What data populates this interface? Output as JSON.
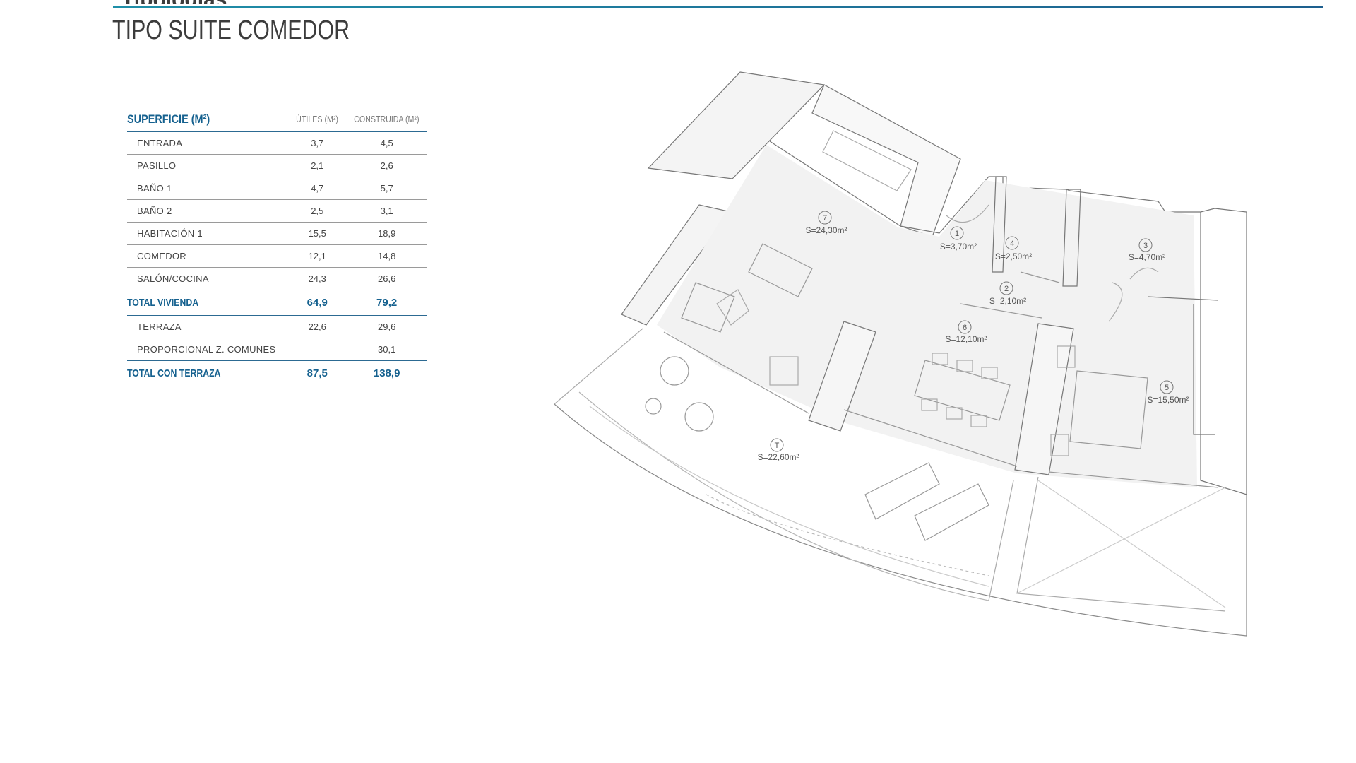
{
  "header": {
    "clipped_heading": "Tipologías",
    "title": "TIPO SUITE COMEDOR",
    "accent_color": "#1f8fa8",
    "accent_color_end": "#1d5f8e"
  },
  "table": {
    "heading": "SUPERFICIE (M²)",
    "col_utiles": "ÚTILES (M²)",
    "col_construida": "CONSTRUIDA (M²)",
    "rows": [
      {
        "label": "ENTRADA",
        "utiles": "3,7",
        "construida": "4,5"
      },
      {
        "label": "PASILLO",
        "utiles": "2,1",
        "construida": "2,6"
      },
      {
        "label": "BAÑO 1",
        "utiles": "4,7",
        "construida": "5,7"
      },
      {
        "label": "BAÑO 2",
        "utiles": "2,5",
        "construida": "3,1"
      },
      {
        "label": "HABITACIÓN 1",
        "utiles": "15,5",
        "construida": "18,9"
      },
      {
        "label": "COMEDOR",
        "utiles": "12,1",
        "construida": "14,8"
      },
      {
        "label": "SALÓN/COCINA",
        "utiles": "24,3",
        "construida": "26,6"
      }
    ],
    "total_vivienda": {
      "label": "TOTAL VIVIENDA",
      "utiles": "64,9",
      "construida": "79,2"
    },
    "extra_rows": [
      {
        "label": "TERRAZA",
        "utiles": "22,6",
        "construida": "29,6"
      },
      {
        "label": "PROPORCIONAL Z. COMUNES",
        "utiles": "",
        "construida": "30,1"
      }
    ],
    "total_terraza": {
      "label": "TOTAL CON TERRAZA",
      "utiles": "87,5",
      "construida": "138,9"
    }
  },
  "plan": {
    "rooms": [
      {
        "number": "7",
        "area": "S=24,30m²"
      },
      {
        "number": "1",
        "area": "S=3,70m²"
      },
      {
        "number": "4",
        "area": "S=2,50m²"
      },
      {
        "number": "3",
        "area": "S=4,70m²"
      },
      {
        "number": "2",
        "area": "S=2,10m²"
      },
      {
        "number": "6",
        "area": "S=12,10m²"
      },
      {
        "number": "5",
        "area": "S=15,50m²"
      },
      {
        "number": "T",
        "area": "S=22,60m²"
      }
    ]
  }
}
